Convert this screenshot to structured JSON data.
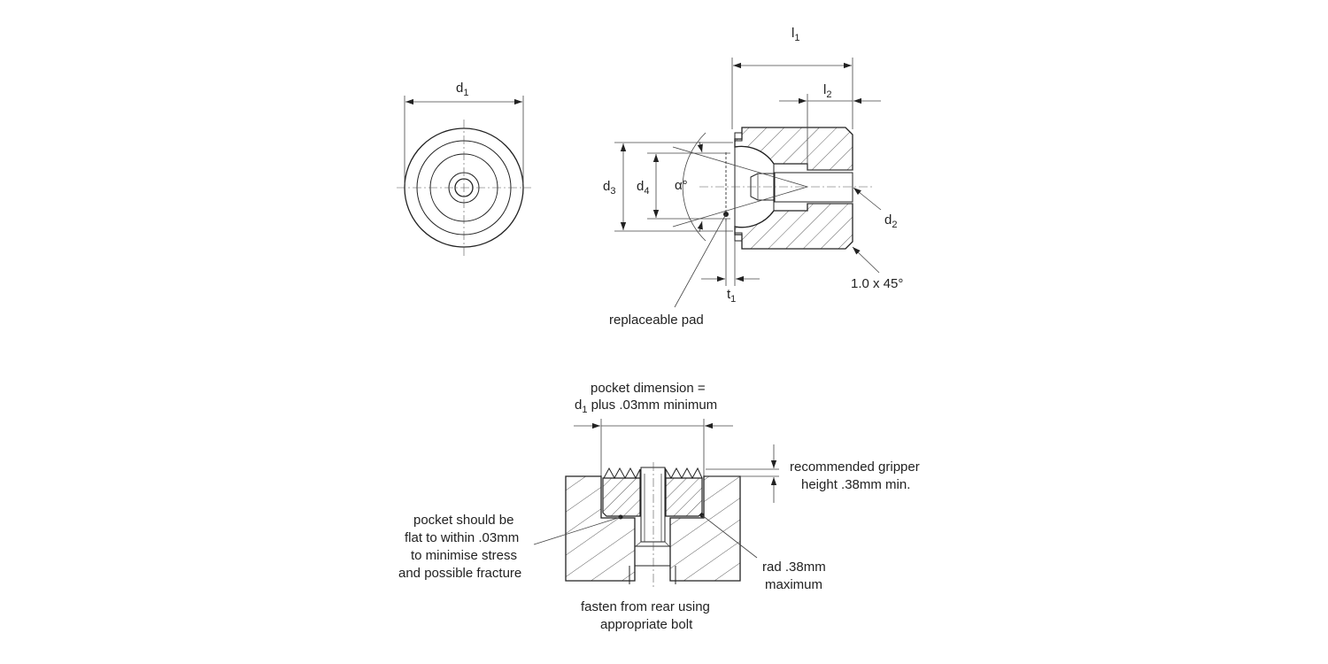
{
  "front_view": {
    "dim_d1": {
      "main": "d",
      "sub": "1"
    }
  },
  "section_view": {
    "dim_l1": {
      "main": "l",
      "sub": "1"
    },
    "dim_l2": {
      "main": "l",
      "sub": "2"
    },
    "dim_d3": {
      "main": "d",
      "sub": "3"
    },
    "dim_d4": {
      "main": "d",
      "sub": "4"
    },
    "dim_alpha": "α°",
    "dim_d2": {
      "main": "d",
      "sub": "2"
    },
    "dim_t1": {
      "main": "t",
      "sub": "1"
    },
    "chamfer": "1.0 x 45°",
    "replaceable_pad": "replaceable pad"
  },
  "mounting_view": {
    "pocket_line1": "pocket dimension =",
    "pocket_line2_main": "d",
    "pocket_line2_sub": "1",
    "pocket_line2_rest": " plus .03mm minimum",
    "gripper_line1": "recommended gripper",
    "gripper_line2": "height .38mm min.",
    "flat_lines": [
      "pocket should be",
      "flat to within .03mm",
      "to minimise stress",
      "and possible fracture"
    ],
    "rad_lines": [
      "rad .38mm",
      "maximum"
    ],
    "fasten_lines": [
      "fasten from rear using",
      "appropriate bolt"
    ]
  }
}
